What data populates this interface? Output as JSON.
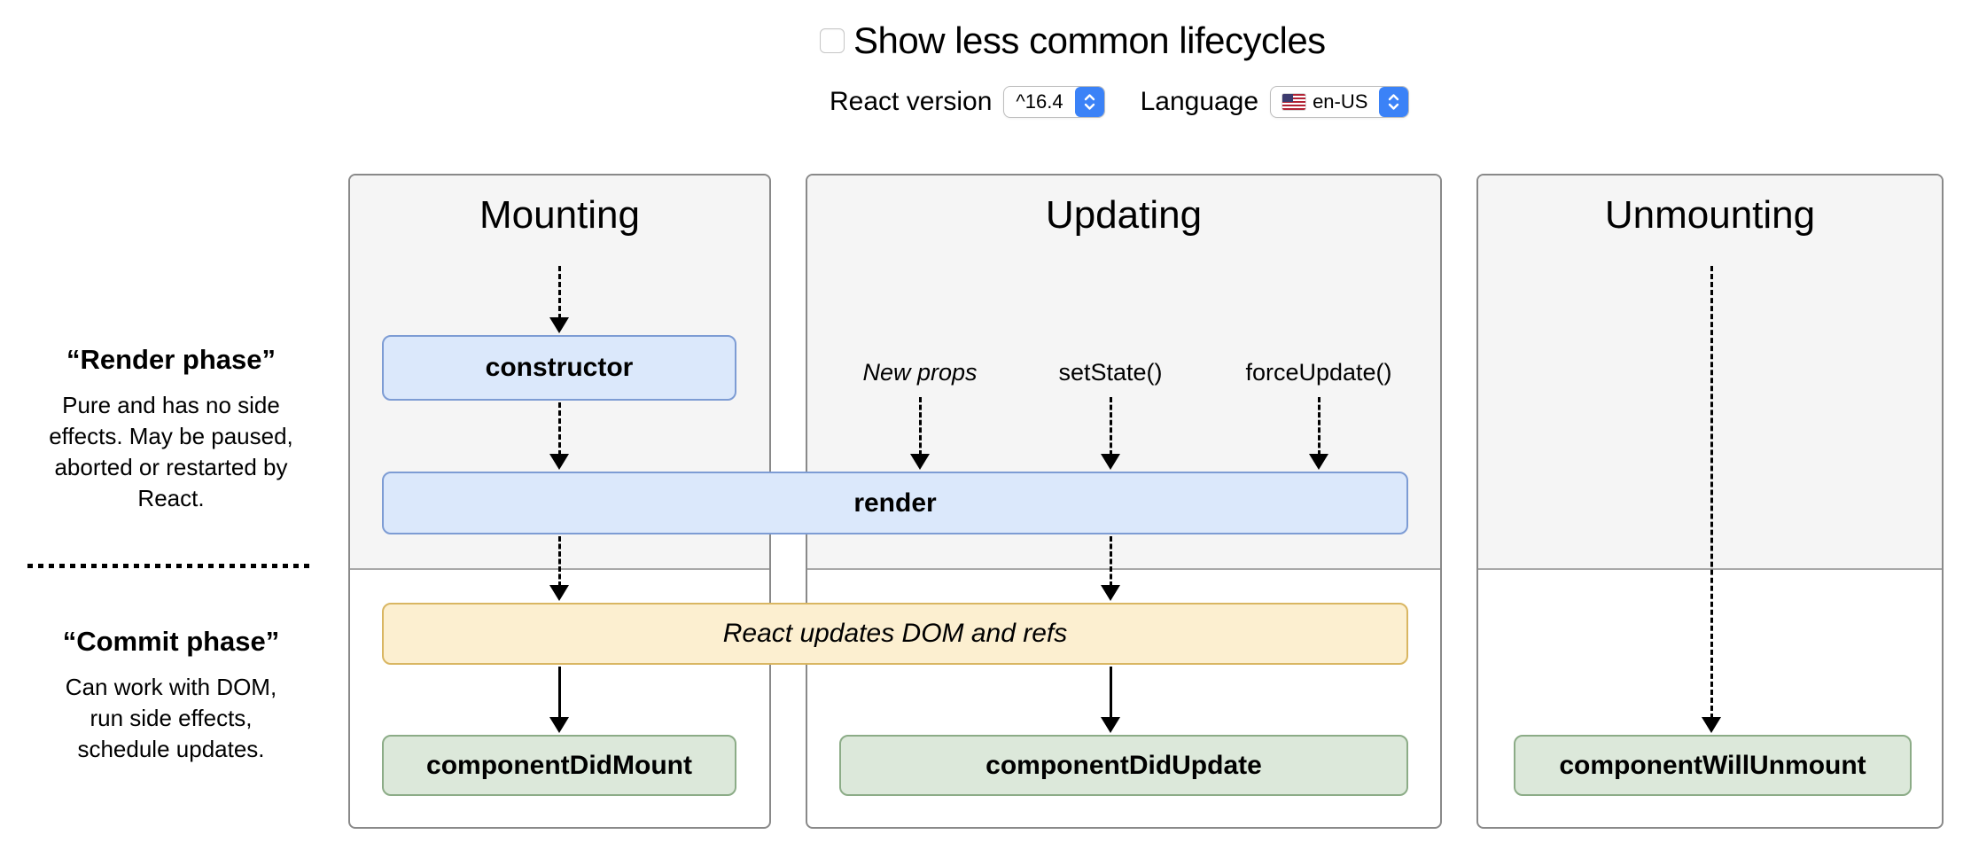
{
  "header": {
    "toggle_label": "Show less common lifecycles",
    "toggle_checked": false,
    "react_version_label": "React version",
    "react_version_value": "^16.4",
    "language_label": "Language",
    "language_value": "en-US",
    "language_flag_icon": "us-flag"
  },
  "sidebar": {
    "render_phase": {
      "title": "“Render phase”",
      "description": "Pure and has no side effects. May be paused, aborted or restarted by React."
    },
    "commit_phase": {
      "title": "“Commit phase”",
      "description": "Can work with DOM, run side effects, schedule updates."
    }
  },
  "columns": [
    {
      "title": "Mounting"
    },
    {
      "title": "Updating"
    },
    {
      "title": "Unmounting"
    }
  ],
  "updating": {
    "triggers": [
      "New props",
      "setState()",
      "forceUpdate()"
    ]
  },
  "nodes": {
    "constructor": "constructor",
    "render": "render",
    "react_updates_dom": "React updates DOM and refs",
    "component_did_mount": "componentDidMount",
    "component_did_update": "componentDidUpdate",
    "component_will_unmount": "componentWillUnmount"
  },
  "colors": {
    "lifecycle_method_blue_bg": "#dbe8fb",
    "lifecycle_method_blue_border": "#7d9cd4",
    "side_effect_yellow_bg": "#fcefd0",
    "side_effect_yellow_border": "#d9b662",
    "commit_method_green_bg": "#dce8da",
    "commit_method_green_border": "#8cac87",
    "render_zone_bg": "#f5f5f5",
    "panel_border": "#898989",
    "select_accent_blue": "#3b82f7"
  }
}
